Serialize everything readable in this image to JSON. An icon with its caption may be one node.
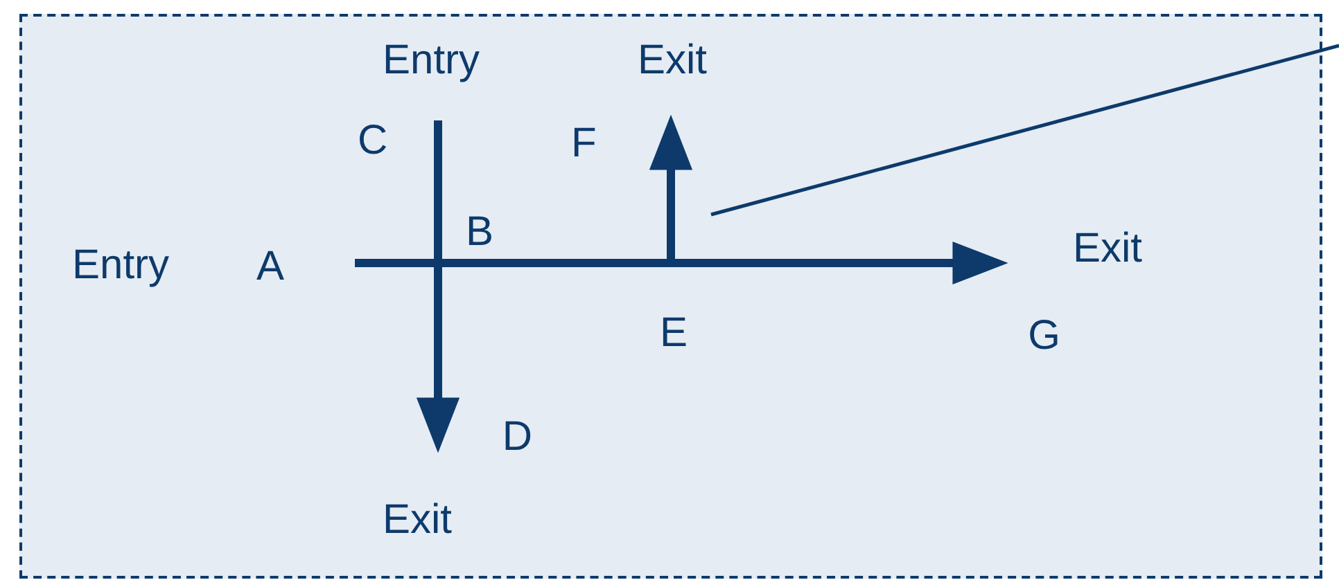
{
  "diagram": {
    "nodes": [
      {
        "text": [],
        "shape": "box"
      },
      {
        "text": [
          "A"
        ],
        "in": 0,
        "beside": [
          "Entry"
        ]
      },
      {
        "text": [
          "C"
        ],
        "in": 0,
        "beside": [
          "Entry"
        ]
      },
      {
        "text": [
          "B"
        ],
        "in": 0
      },
      {
        "text": [
          "D"
        ],
        "in": 0,
        "beside": [
          "Exit"
        ]
      },
      {
        "text": [
          "E"
        ],
        "in": 0
      },
      {
        "text": [
          "F"
        ],
        "in": 0,
        "beside": [
          "Exit"
        ]
      },
      {
        "text": [
          "G"
        ],
        "in": 0,
        "beside": [
          "Exit"
        ]
      }
    ],
    "edges": [
      {
        "from": 1,
        "to": 3,
        "arrow": "none"
      },
      {
        "from": 3,
        "to": 5,
        "arrow": "none"
      },
      {
        "from": 5,
        "to": 7,
        "arrow": "to"
      },
      {
        "from": 2,
        "to": 3,
        "arrow": "none"
      },
      {
        "from": 3,
        "to": 4,
        "arrow": "to"
      },
      {
        "from": 5,
        "to": 6,
        "arrow": "to"
      }
    ]
  }
}
